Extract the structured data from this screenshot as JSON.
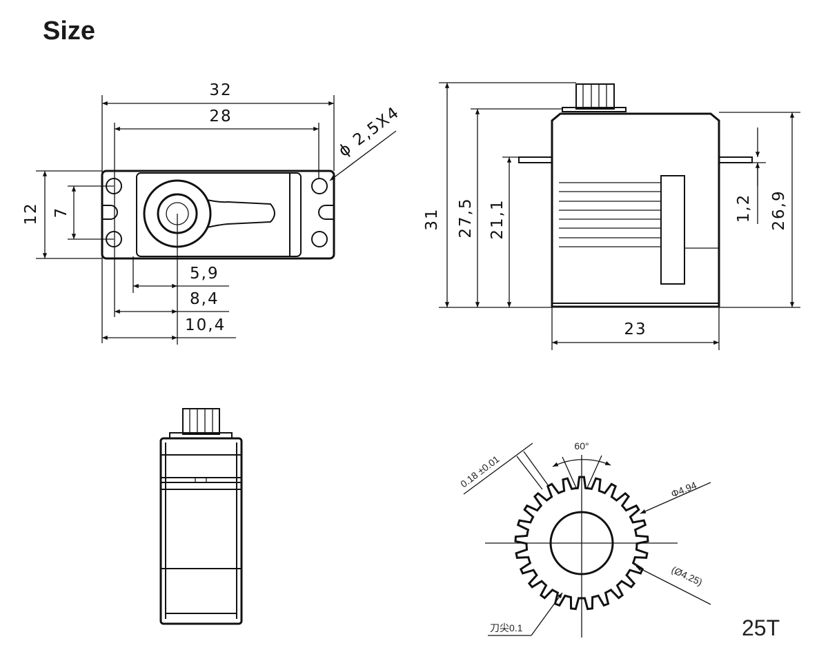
{
  "title": "Size",
  "top_view": {
    "d32": "32",
    "d28": "28",
    "d12": "12",
    "d7": "7",
    "d59": "5,9",
    "d84": "8,4",
    "d104": "10,4",
    "hole": "ϕ 2,5X4"
  },
  "side_view": {
    "d31": "31",
    "d275": "27,5",
    "d211": "21,1",
    "d12": "1,2",
    "d269": "26,9",
    "d23": "23"
  },
  "gear": {
    "thickness": "0.18 ±0.01",
    "angle": "60°",
    "outer": "Φ4.94",
    "root": "(Ø4.25)",
    "tip": "刀尖0.1",
    "teeth": "25T",
    "teeth_count": 25
  }
}
